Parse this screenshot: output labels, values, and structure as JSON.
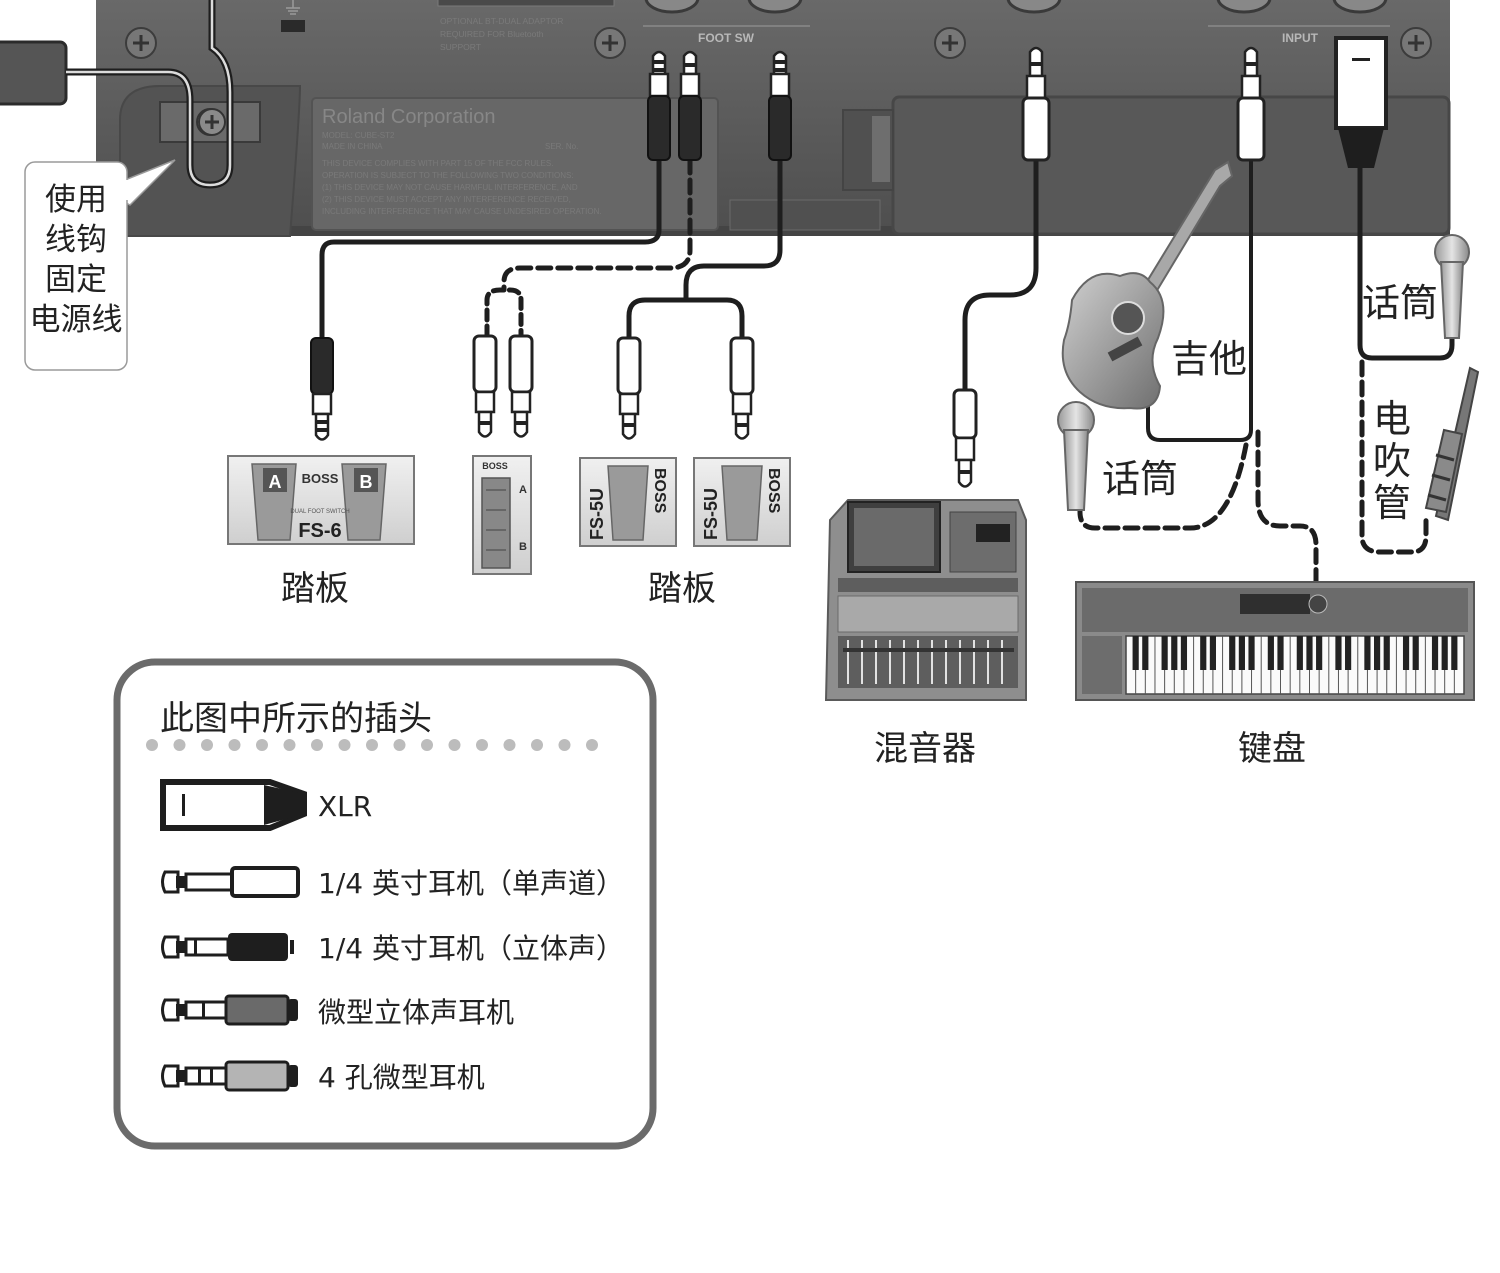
{
  "panel": {
    "foot_sw_label": "FOOT SW",
    "input_label": "INPUT",
    "bt_note_lines": [
      "OPTIONAL BT-DUAL ADAPTOR",
      "REQUIRED FOR Bluetooth",
      "SUPPORT"
    ],
    "manufacturer": "Roland Corporation",
    "model_line": "MODEL: CUBE-ST2",
    "made_in": "MADE IN CHINA",
    "serial": "SER. No.",
    "fcc_lines": [
      "THIS DEVICE COMPLIES WITH PART 15 OF THE FCC RULES.",
      "OPERATION IS SUBJECT TO THE FOLLOWING TWO CONDITIONS:",
      "(1) THIS DEVICE MAY NOT CAUSE HARMFUL INTERFERENCE, AND",
      "(2) THIS DEVICE MUST ACCEPT ANY INTERFERENCE RECEIVED,",
      "INCLUDING INTERFERENCE THAT MAY CAUSE UNDESIRED OPERATION."
    ]
  },
  "callout": {
    "lines": [
      "使用",
      "线钩",
      "固定",
      "电源线"
    ]
  },
  "devices": {
    "fs6": {
      "brand": "BOSS",
      "a": "A",
      "b": "B",
      "model": "FS-6",
      "subtitle": "DUAL FOOT SWITCH"
    },
    "fs7": {
      "brand": "BOSS",
      "a": "A",
      "b": "B"
    },
    "fs5u_1": {
      "model": "FS-5U",
      "brand": "BOSS"
    },
    "fs5u_2": {
      "model": "FS-5U",
      "brand": "BOSS"
    }
  },
  "labels": {
    "pedal_left": "踏板",
    "pedal_right": "踏板",
    "mixer": "混音器",
    "keyboard": "键盘",
    "guitar": "吉他",
    "mic_left": "话筒",
    "mic_right": "话筒",
    "wind": [
      "电",
      "吹",
      "管"
    ]
  },
  "legend": {
    "title": "此图中所示的插头",
    "items": [
      {
        "icon": "xlr-plug-icon",
        "label": "XLR"
      },
      {
        "icon": "mono-plug-icon",
        "label": "1/4 英寸耳机（单声道）"
      },
      {
        "icon": "stereo-plug-icon",
        "label": "1/4 英寸耳机（立体声）"
      },
      {
        "icon": "mini-stereo-plug-icon",
        "label": "微型立体声耳机"
      },
      {
        "icon": "four-pole-mini-plug-icon",
        "label": "4 孔微型耳机"
      }
    ]
  },
  "colors": {
    "panel": "#5c5c5c",
    "panel_dark": "#3a3a3a",
    "cable": "#1e1e1e",
    "legend_border": "#6b6b6b",
    "mini_stereo_fill": "#6a6a6a",
    "four_pole_fill": "#b4b4b4"
  }
}
